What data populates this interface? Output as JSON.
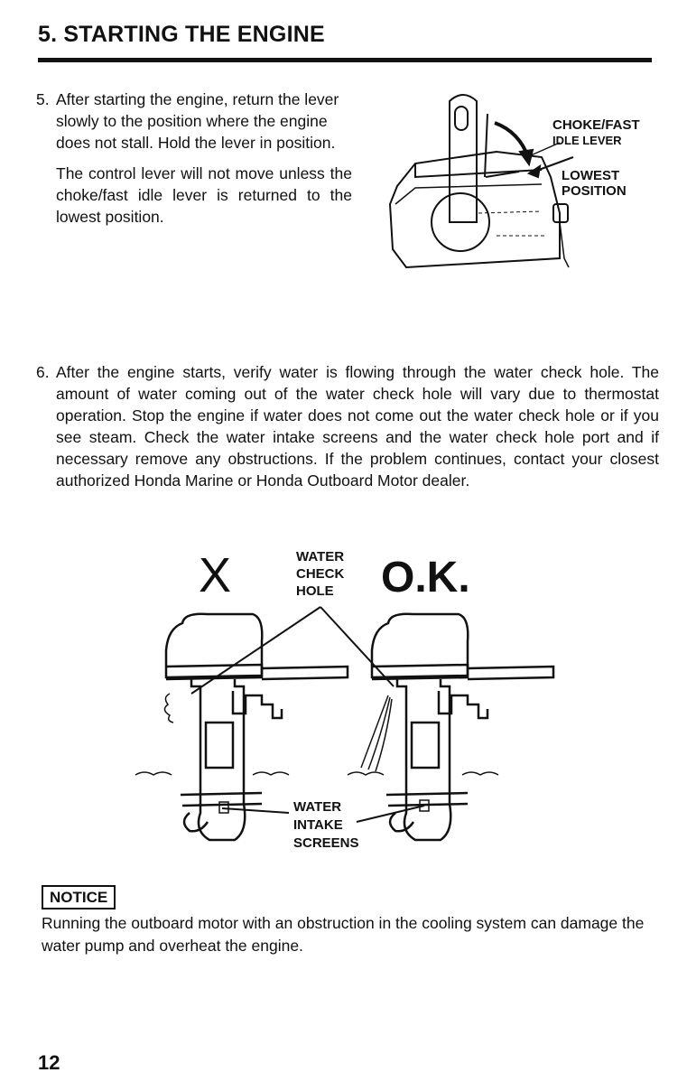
{
  "section_title": "5. STARTING THE ENGINE",
  "step5": {
    "number": "5.",
    "paragraph1": "After starting the engine, return the lever slowly to the position where the engine does not stall. Hold the lever in position.",
    "paragraph2": "The control lever will not move unless the choke/fast idle lever is returned to the lowest position."
  },
  "figure1": {
    "label_choke_line1": "CHOKE/FAST",
    "label_choke_line2": "IDLE LEVER",
    "label_lowest_line1": "LOWEST",
    "label_lowest_line2": "POSITION"
  },
  "step6": {
    "number": "6.",
    "paragraph": "After the engine starts, verify water is flowing through the water check hole. The amount of water coming out of the water check hole will vary due to thermostat operation. Stop the engine if water does not come out the water check hole or if you see steam. Check the water intake screens and the water check hole port and if necessary remove any obstructions. If the problem continues, contact your closest authorized Honda Marine or Honda Outboard Motor dealer."
  },
  "figure2": {
    "x_mark": "X",
    "ok_label": "O.K.",
    "water_check_hole_line1": "WATER",
    "water_check_hole_line2": "CHECK",
    "water_check_hole_line3": "HOLE",
    "water_intake_line1": "WATER",
    "water_intake_line2": "INTAKE",
    "water_intake_line3": "SCREENS"
  },
  "notice": {
    "label": "NOTICE",
    "text": "Running the outboard motor with an obstruction in the cooling system can damage the water pump and overheat the engine."
  },
  "page_number": "12"
}
